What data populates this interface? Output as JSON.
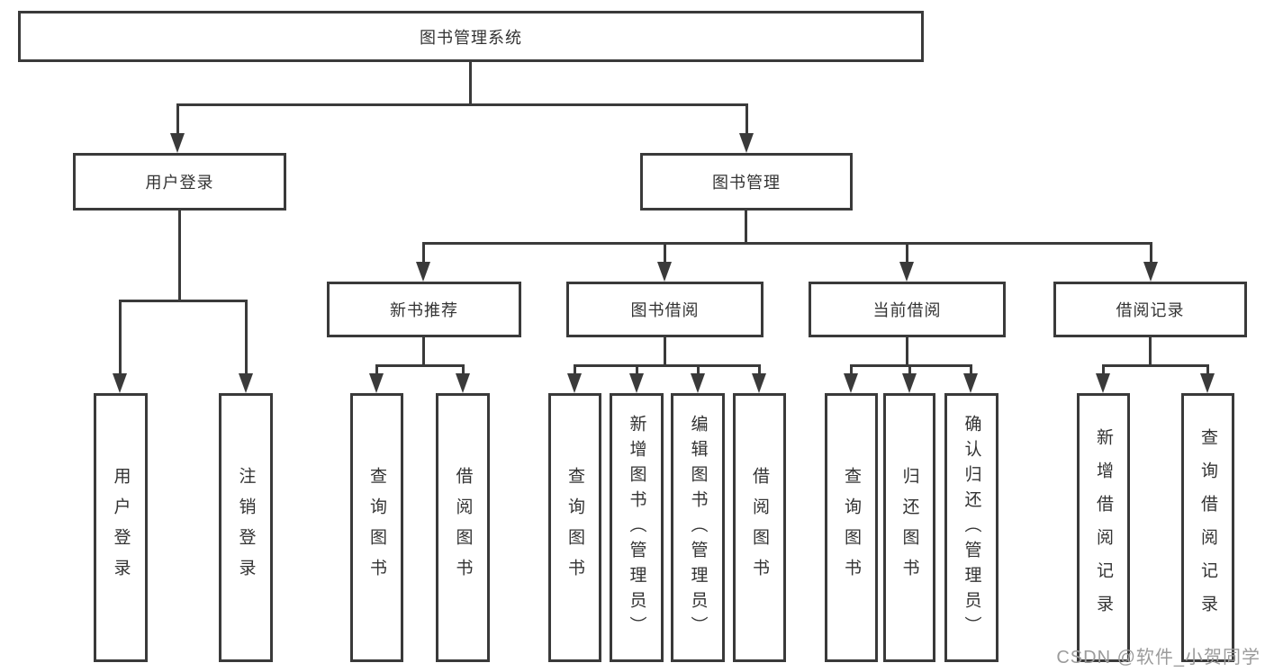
{
  "diagram": {
    "title": "图书管理系统",
    "root": {
      "label": "图书管理系统"
    },
    "branches": [
      {
        "label": "用户登录"
      },
      {
        "label": "图书管理"
      }
    ],
    "modules": [
      {
        "label": "新书推荐"
      },
      {
        "label": "图书借阅"
      },
      {
        "label": "当前借阅"
      },
      {
        "label": "借阅记录"
      }
    ],
    "children": {
      "user_login": [
        {
          "label": "用户登录"
        },
        {
          "label": "注销登录"
        }
      ],
      "new_book_recommend": [
        {
          "label": "查询图书"
        },
        {
          "label": "借阅图书"
        }
      ],
      "book_borrow": [
        {
          "label": "查询图书"
        },
        {
          "label": "新增图书（管理员）"
        },
        {
          "label": "编辑图书（管理员）"
        },
        {
          "label": "借阅图书"
        }
      ],
      "current_borrow": [
        {
          "label": "查询图书"
        },
        {
          "label": "归还图书"
        },
        {
          "label": "确认归还（管理员）"
        }
      ],
      "borrow_record": [
        {
          "label": "新增借阅记录"
        },
        {
          "label": "查询借阅记录"
        }
      ]
    }
  },
  "watermark": {
    "text": "CSDN @软件_小贺同学"
  },
  "colors": {
    "line": "#3a3a3a",
    "text": "#333333",
    "watermark": "#9b9b9b",
    "background": "#ffffff"
  }
}
